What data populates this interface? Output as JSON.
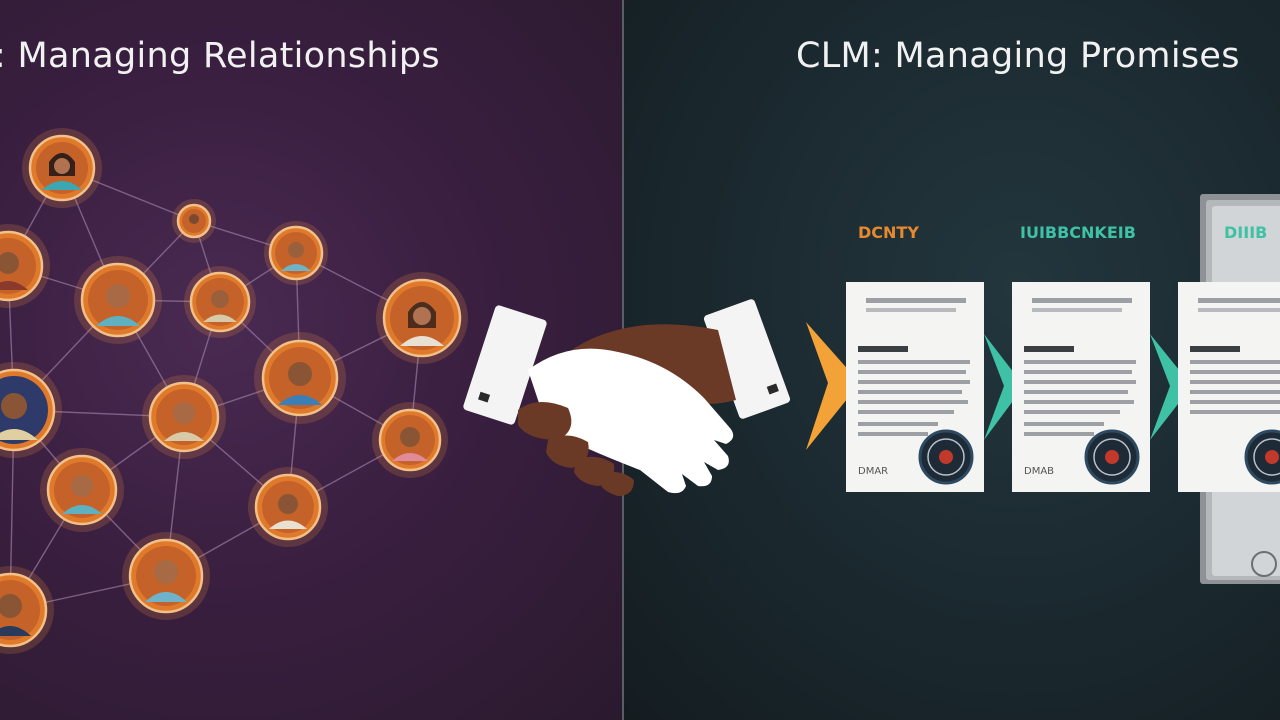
{
  "left_panel": {
    "title": ": Managing Relationships"
  },
  "right_panel": {
    "title": "CLM: Managing Promises",
    "steps": [
      {
        "label": "DCNTY",
        "color": "#e9892e",
        "doc_footer": "DMAR"
      },
      {
        "label": "IUIBBCNKEIB",
        "color": "#3fc1a6",
        "doc_footer": "DMAB"
      },
      {
        "label": "DIIIB",
        "color": "#3fc1a6",
        "doc_footer": ""
      }
    ]
  },
  "icons": {
    "center": "handshake-icon",
    "node": "person-avatar-icon",
    "seal": "seal-icon"
  },
  "colors": {
    "left_bg": "#3a1f40",
    "right_bg": "#1b2a30",
    "node_orange": "#e07a2a",
    "arrow_orange": "#f2a236",
    "arrow_teal": "#3fc1a6"
  }
}
